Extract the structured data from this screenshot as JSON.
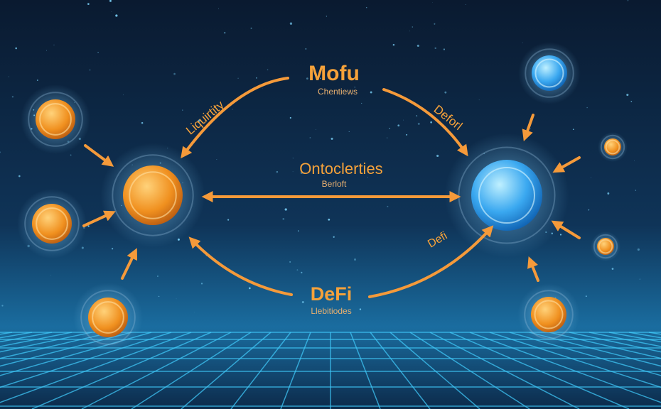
{
  "nodes": {
    "top": {
      "title": "Mofu",
      "subtitle": "Chentiews"
    },
    "middle": {
      "title": "Ontoclerties",
      "subtitle": "Berloft"
    },
    "bottom": {
      "title": "DeFi",
      "subtitle": "Llebitiodes"
    }
  },
  "arrow_labels": {
    "left_top": "Liquirtity",
    "right_top": "Deforl",
    "right_bottom": "Defi"
  },
  "colors": {
    "accent_orange": "#f59a3a",
    "coin_orange": "#f08a22",
    "coin_blue": "#3aa8f0",
    "grid": "#3fc6f5",
    "background": "#0b1e36"
  }
}
